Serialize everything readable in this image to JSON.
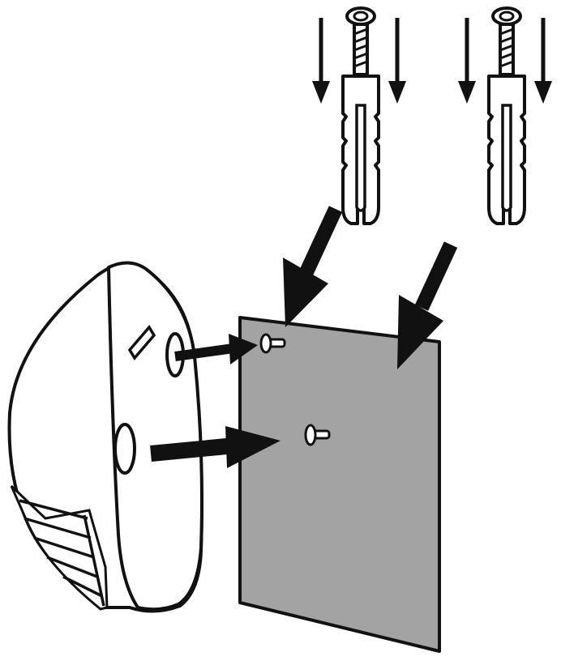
{
  "diagram": {
    "type": "installation-illustration",
    "colors": {
      "wall": "#a3a3a3",
      "line": "#111111",
      "fill": "#ffffff"
    },
    "parts": [
      "device",
      "wall-plate",
      "wall-anchor",
      "screw-head",
      "arrow"
    ]
  }
}
